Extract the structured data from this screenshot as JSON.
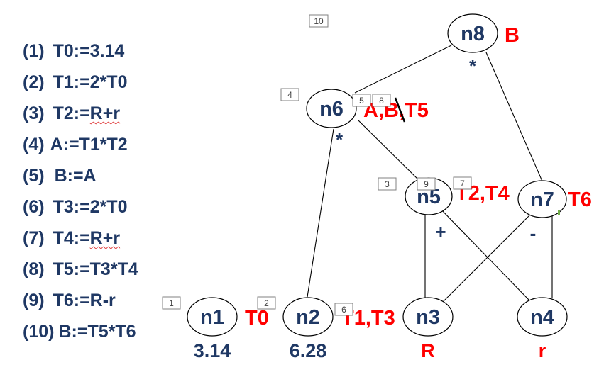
{
  "statements": [
    {
      "num": "(1)",
      "text": "T0:=3.14"
    },
    {
      "num": "(2)",
      "text": "T1:=2*T0"
    },
    {
      "num": "(3)",
      "text": "T2:=",
      "wavy": "R+r",
      "after": ""
    },
    {
      "num": "(4)",
      "text": "A:=T1*T2"
    },
    {
      "num": "(5)",
      "text": "B:=A"
    },
    {
      "num": "(6)",
      "text": "T3:=2*T0"
    },
    {
      "num": "(7)",
      "text": "T4:=",
      "wavy": "R+r",
      "after": ""
    },
    {
      "num": "(8)",
      "text": "T5:=T3*T4"
    },
    {
      "num": "(9)",
      "text": "T6:=R-r"
    },
    {
      "num": "(10)",
      "text": "B:=T5*T6"
    }
  ],
  "nodes": {
    "n1": {
      "label": "n1",
      "attached": "T0",
      "value": "3.14",
      "value_color": "#1f3864"
    },
    "n2": {
      "label": "n2",
      "attached": "T1,T3",
      "value": "6.28",
      "value_color": "#1f3864"
    },
    "n3": {
      "label": "n3",
      "attached": "",
      "value": "R",
      "value_color": "#ff0000"
    },
    "n4": {
      "label": "n4",
      "attached": "",
      "value": "r",
      "value_color": "#ff0000"
    },
    "n5": {
      "label": "n5",
      "attached": "T2,T4",
      "op": "+"
    },
    "n6": {
      "label": "n6",
      "attached": "A,B,T5",
      "op": "*"
    },
    "n7": {
      "label": "n7",
      "attached": "T6",
      "op": "-"
    },
    "n8": {
      "label": "n8",
      "attached": "B",
      "op": "*"
    }
  },
  "tags": [
    "1",
    "2",
    "3",
    "4",
    "5",
    "6",
    "7",
    "8",
    "9",
    "10"
  ],
  "colors": {
    "node_text": "#1f3864",
    "attached_text": "#ff0000",
    "line": "#000000"
  }
}
